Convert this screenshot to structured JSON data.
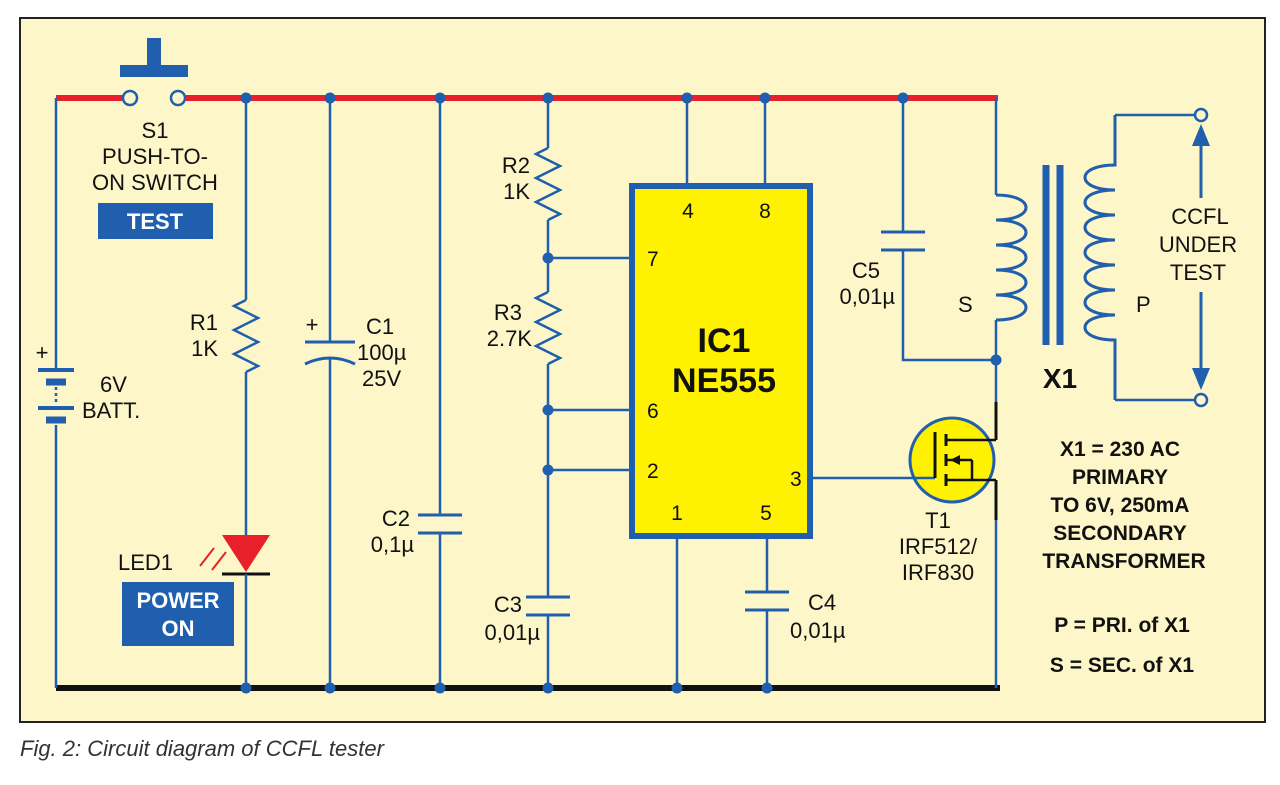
{
  "caption": "Fig. 2: Circuit diagram of CCFL tester",
  "components": {
    "s1": {
      "ref": "S1",
      "line1": "PUSH-TO-",
      "line2": "ON SWITCH"
    },
    "test_badge": "TEST",
    "batt": {
      "value": "6V",
      "name": "BATT.",
      "plus": "+"
    },
    "r1": {
      "ref": "R1",
      "value": "1K"
    },
    "c1": {
      "ref": "C1",
      "value": "100µ",
      "voltage": "25V",
      "plus": "+"
    },
    "c2": {
      "ref": "C2",
      "value": "0,1µ"
    },
    "r2": {
      "ref": "R2",
      "value": "1K"
    },
    "r3": {
      "ref": "R3",
      "value": "2.7K"
    },
    "c3": {
      "ref": "C3",
      "value": "0,01µ"
    },
    "c4": {
      "ref": "C4",
      "value": "0,01µ"
    },
    "c5": {
      "ref": "C5",
      "value": "0,01µ"
    },
    "led1": {
      "ref": "LED1"
    },
    "power_badge": {
      "line1": "POWER",
      "line2": "ON"
    },
    "ic1": {
      "ref": "IC1",
      "part": "NE555",
      "pins": {
        "p1": "1",
        "p2": "2",
        "p3": "3",
        "p4": "4",
        "p5": "5",
        "p6": "6",
        "p7": "7",
        "p8": "8"
      }
    },
    "t1": {
      "ref": "T1",
      "part1": "IRF512/",
      "part2": "IRF830"
    },
    "x1": {
      "ref": "X1",
      "secondary": "S",
      "primary": "P"
    },
    "ccfl": {
      "line1": "CCFL",
      "line2": "UNDER",
      "line3": "TEST"
    }
  },
  "notes": {
    "line1": "X1 = 230 AC",
    "line2": "PRIMARY",
    "line3": "TO 6V, 250mA",
    "line4": "SECONDARY",
    "line5": "TRANSFORMER",
    "p_note": "P = PRI. of X1",
    "s_note": "S = SEC. of X1"
  },
  "colors": {
    "background": "#fdf6c8",
    "positive_rail": "#e8202a",
    "ground_rail": "#111111",
    "wire": "#1f5fae",
    "ic_fill": "#fff200",
    "badge": "#1f5fae",
    "led": "#e8202a"
  }
}
